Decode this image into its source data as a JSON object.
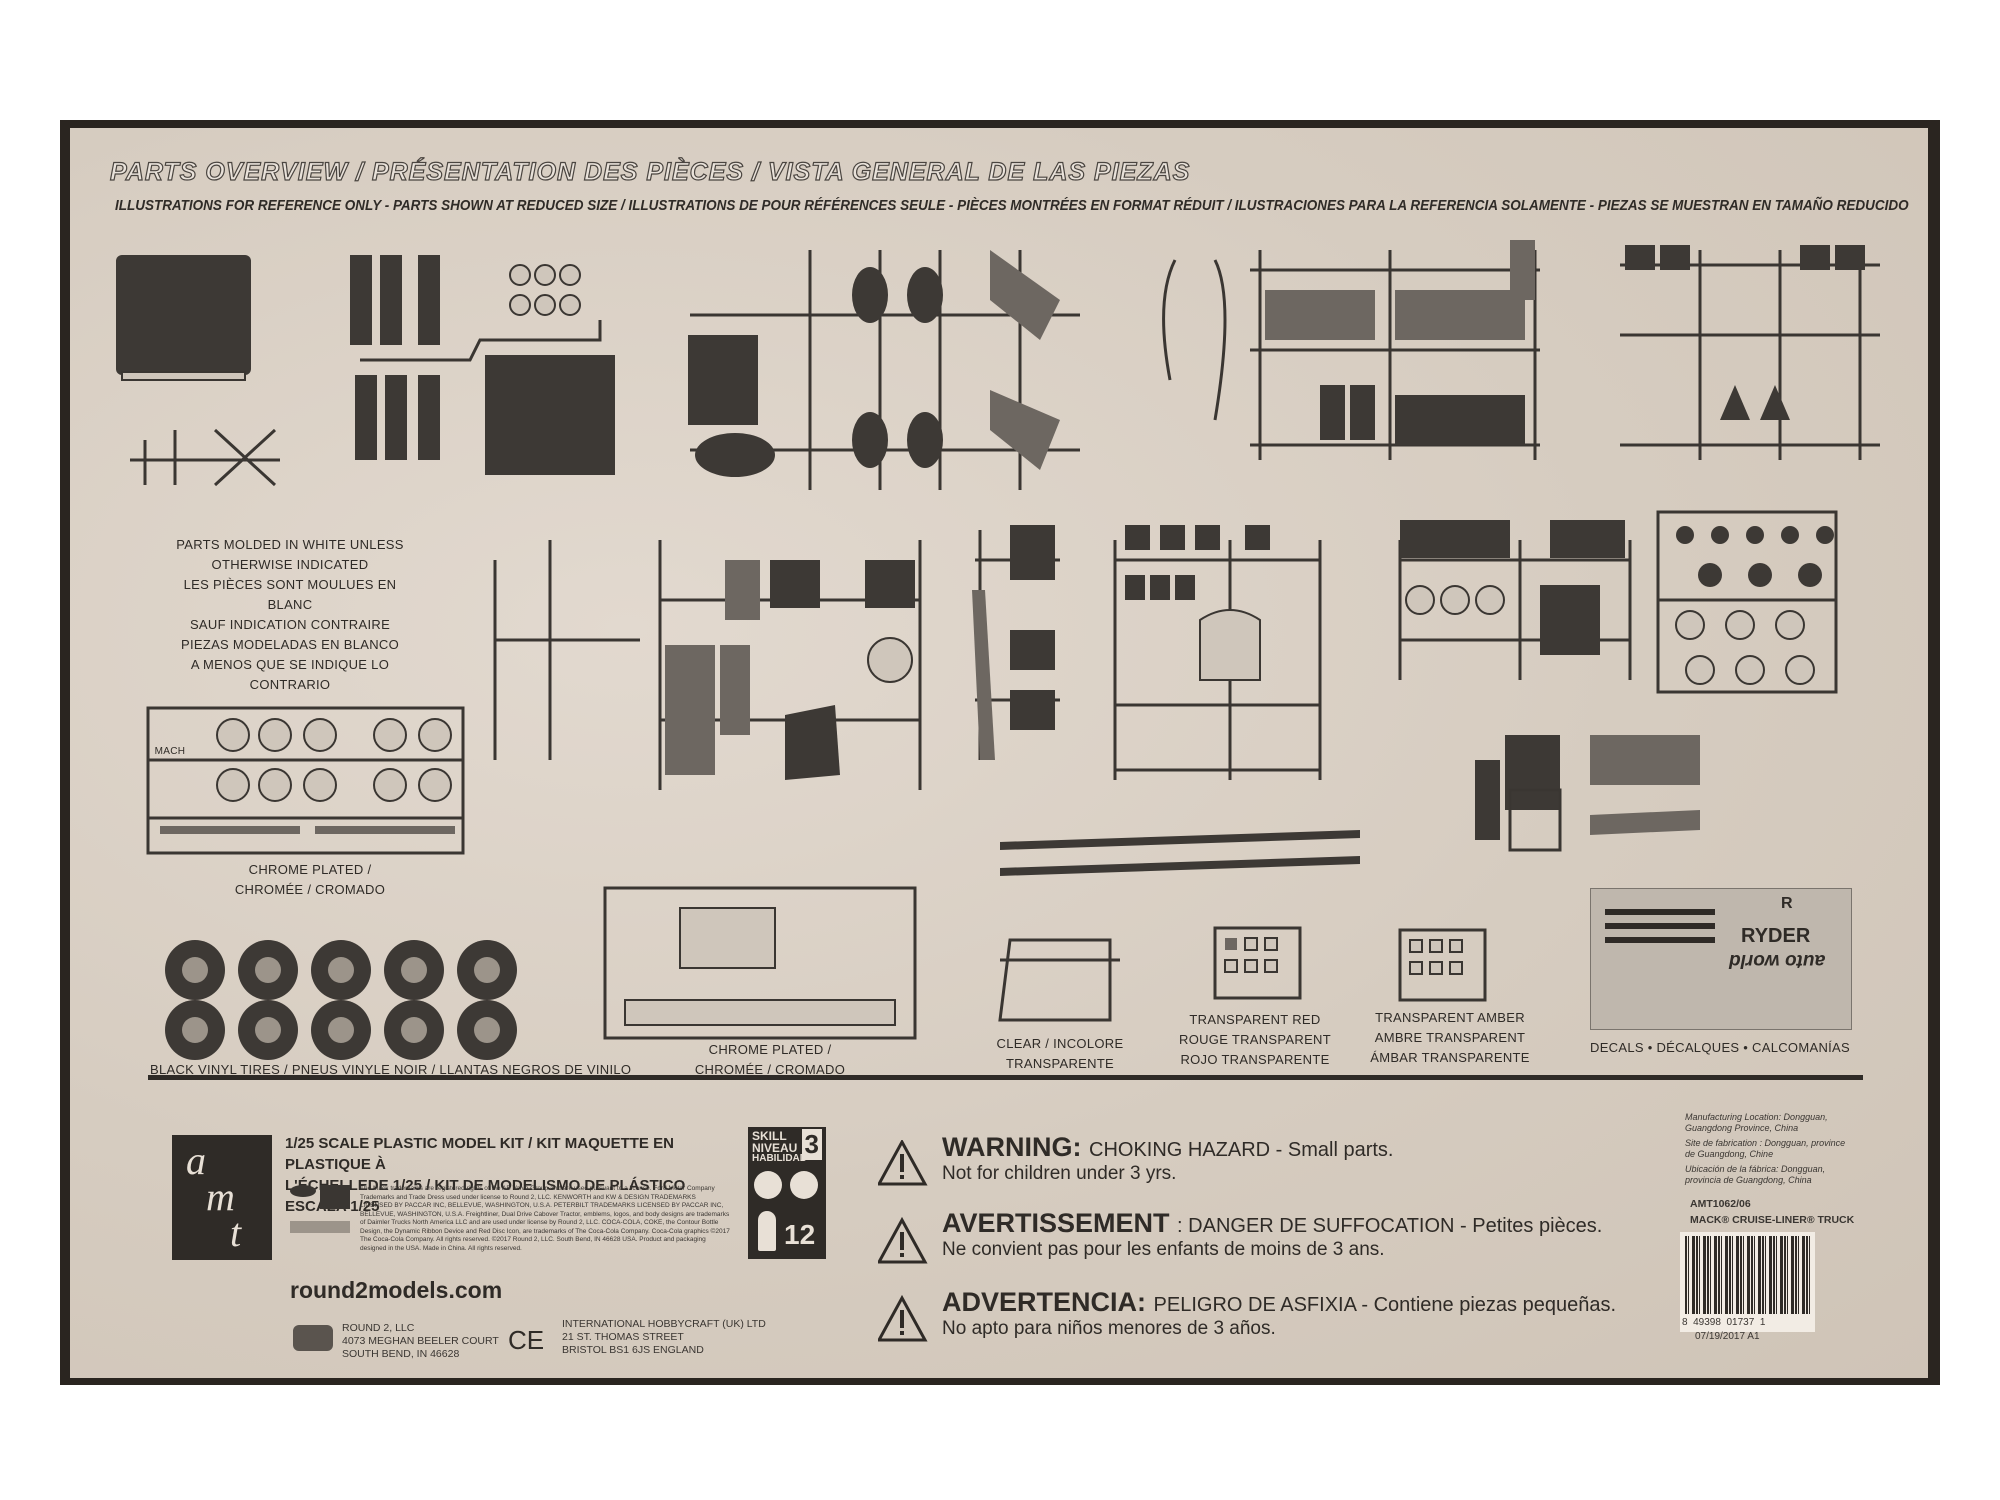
{
  "header": {
    "title": "PARTS OVERVIEW / PRÉSENTATION DES PIÈCES / VISTA GENERAL DE LAS PIEZAS",
    "subtitle": "ILLUSTRATIONS FOR REFERENCE ONLY - PARTS SHOWN AT REDUCED SIZE / ILLUSTRATIONS DE POUR RÉFÉRENCES SEULE - PIÈCES MONTRÉES EN FORMAT RÉDUIT / ILUSTRACIONES PARA LA REFERENCIA SOLAMENTE - PIEZAS SE MUESTRAN EN TAMAÑO REDUCIDO"
  },
  "mold_note": {
    "en1": "PARTS MOLDED IN WHITE UNLESS",
    "en2": "OTHERWISE INDICATED",
    "fr1": "LES PIÈCES SONT MOULUES EN BLANC",
    "fr2": "SAUF INDICATION CONTRAIRE",
    "es1": "PIEZAS MODELADAS EN BLANCO",
    "es2": "A MENOS QUE SE INDIQUE LO CONTRARIO"
  },
  "sprue_labels": {
    "chrome_left_1": "CHROME PLATED /",
    "chrome_left_2": "CHROMÉE / CROMADO",
    "chrome_left_text": "MACH",
    "tires": "BLACK VINYL TIRES / PNEUS VINYLE NOIR / LLANTAS NEGROS DE VINILO",
    "chrome_mid_1": "CHROME PLATED /",
    "chrome_mid_2": "CHROMÉE / CROMADO",
    "clear_1": "CLEAR / INCOLORE",
    "clear_2": "TRANSPARENTE",
    "red_1": "TRANSPARENT RED",
    "red_2": "ROUGE TRANSPARENT",
    "red_3": "ROJO TRANSPARENTE",
    "amber_1": "TRANSPARENT AMBER",
    "amber_2": "AMBRE TRANSPARENT",
    "amber_3": "ÁMBAR TRANSPARENTE",
    "decals": "DECALS • DÉCALQUES • CALCOMANÍAS"
  },
  "decal_sheet": {
    "brand": "RYDER",
    "mirror": "auto world",
    "r_mark": "R"
  },
  "footer": {
    "logo": [
      "a",
      "m",
      "t"
    ],
    "kit_line1": "1/25 SCALE PLASTIC MODEL KIT / KIT MAQUETTE EN PLASTIQUE À",
    "kit_line2": "L'ÉCHELLEDE 1/25 / KIT DE MODELISMO DE PLÁSTICO ESCALA 1/25",
    "fineprint": "The Mack trademarks are registered rights of the AB Volvo Group and are used pursuant to a license. Ford Motor Company Trademarks and Trade Dress used under license to Round 2, LLC. KENWORTH and KW & DESIGN TRADEMARKS LICENSED BY PACCAR INC, BELLEVUE, WASHINGTON, U.S.A. PETERBILT TRADEMARKS LICENSED BY PACCAR INC, BELLEVUE, WASHINGTON, U.S.A. Freightliner, Dual Drive Cabover Tractor, emblems, logos, and body designs are trademarks of Daimler Trucks North America LLC and are used under license by Round 2, LLC. COCA-COLA, COKE, the Contour Bottle Design, the Dynamic Ribbon Device and Red Disc Icon, are trademarks of The Coca-Cola Company. Coca-Cola graphics ©2017 The Coca-Cola Company. All rights reserved. ©2017 Round 2, LLC. South Bend, IN 46628 USA. Product and packaging designed in the USA. Made in China. All rights reserved.",
    "website": "round2models.com",
    "skill_1": "SKILL",
    "skill_2": "NIVEAU",
    "skill_3": "HABILIDAD",
    "skill_level": "3",
    "age": "12",
    "address_left_1": "ROUND 2, LLC",
    "address_left_2": "4073 MEGHAN BEELER COURT",
    "address_left_3": "SOUTH BEND, IN 46628",
    "ce_mark": "CE",
    "address_right_1": "INTERNATIONAL HOBBYCRAFT (UK) LTD",
    "address_right_2": "21 ST. THOMAS STREET",
    "address_right_3": "BRISTOL BS1 6JS ENGLAND"
  },
  "warnings": [
    {
      "head": "WARNING:",
      "sub": "CHOKING HAZARD",
      "tail": " - Small parts.",
      "line2": "Not for children under 3 yrs."
    },
    {
      "head": "AVERTISSEMENT",
      "sub": ": DANGER DE SUFFOCATION",
      "tail": " - Petites pièces.",
      "line2": "Ne convient pas pour les enfants de moins de 3 ans."
    },
    {
      "head": "ADVERTENCIA:",
      "sub": "PELIGRO DE ASFIXIA",
      "tail": " - Contiene piezas pequeñas.",
      "line2": "No apto para niños menores de 3 años."
    }
  ],
  "manufacturing": {
    "en": "Manufacturing Location: Dongguan, Guangdong Province, China",
    "fr": "Site de fabrication : Dongguan, province de Guangdong, Chine",
    "es": "Ubicación de la fábrica: Dongguan, provincia de Guangdong, China",
    "sku": "AMT1062/06",
    "product": "MACK® CRUISE-LINER® TRUCK",
    "barcode_digits": "8  49398  01737  1",
    "date": "07/19/2017 A1"
  },
  "colors": {
    "cardboard": "#d9cfc4",
    "ink": "#2f2b27"
  }
}
